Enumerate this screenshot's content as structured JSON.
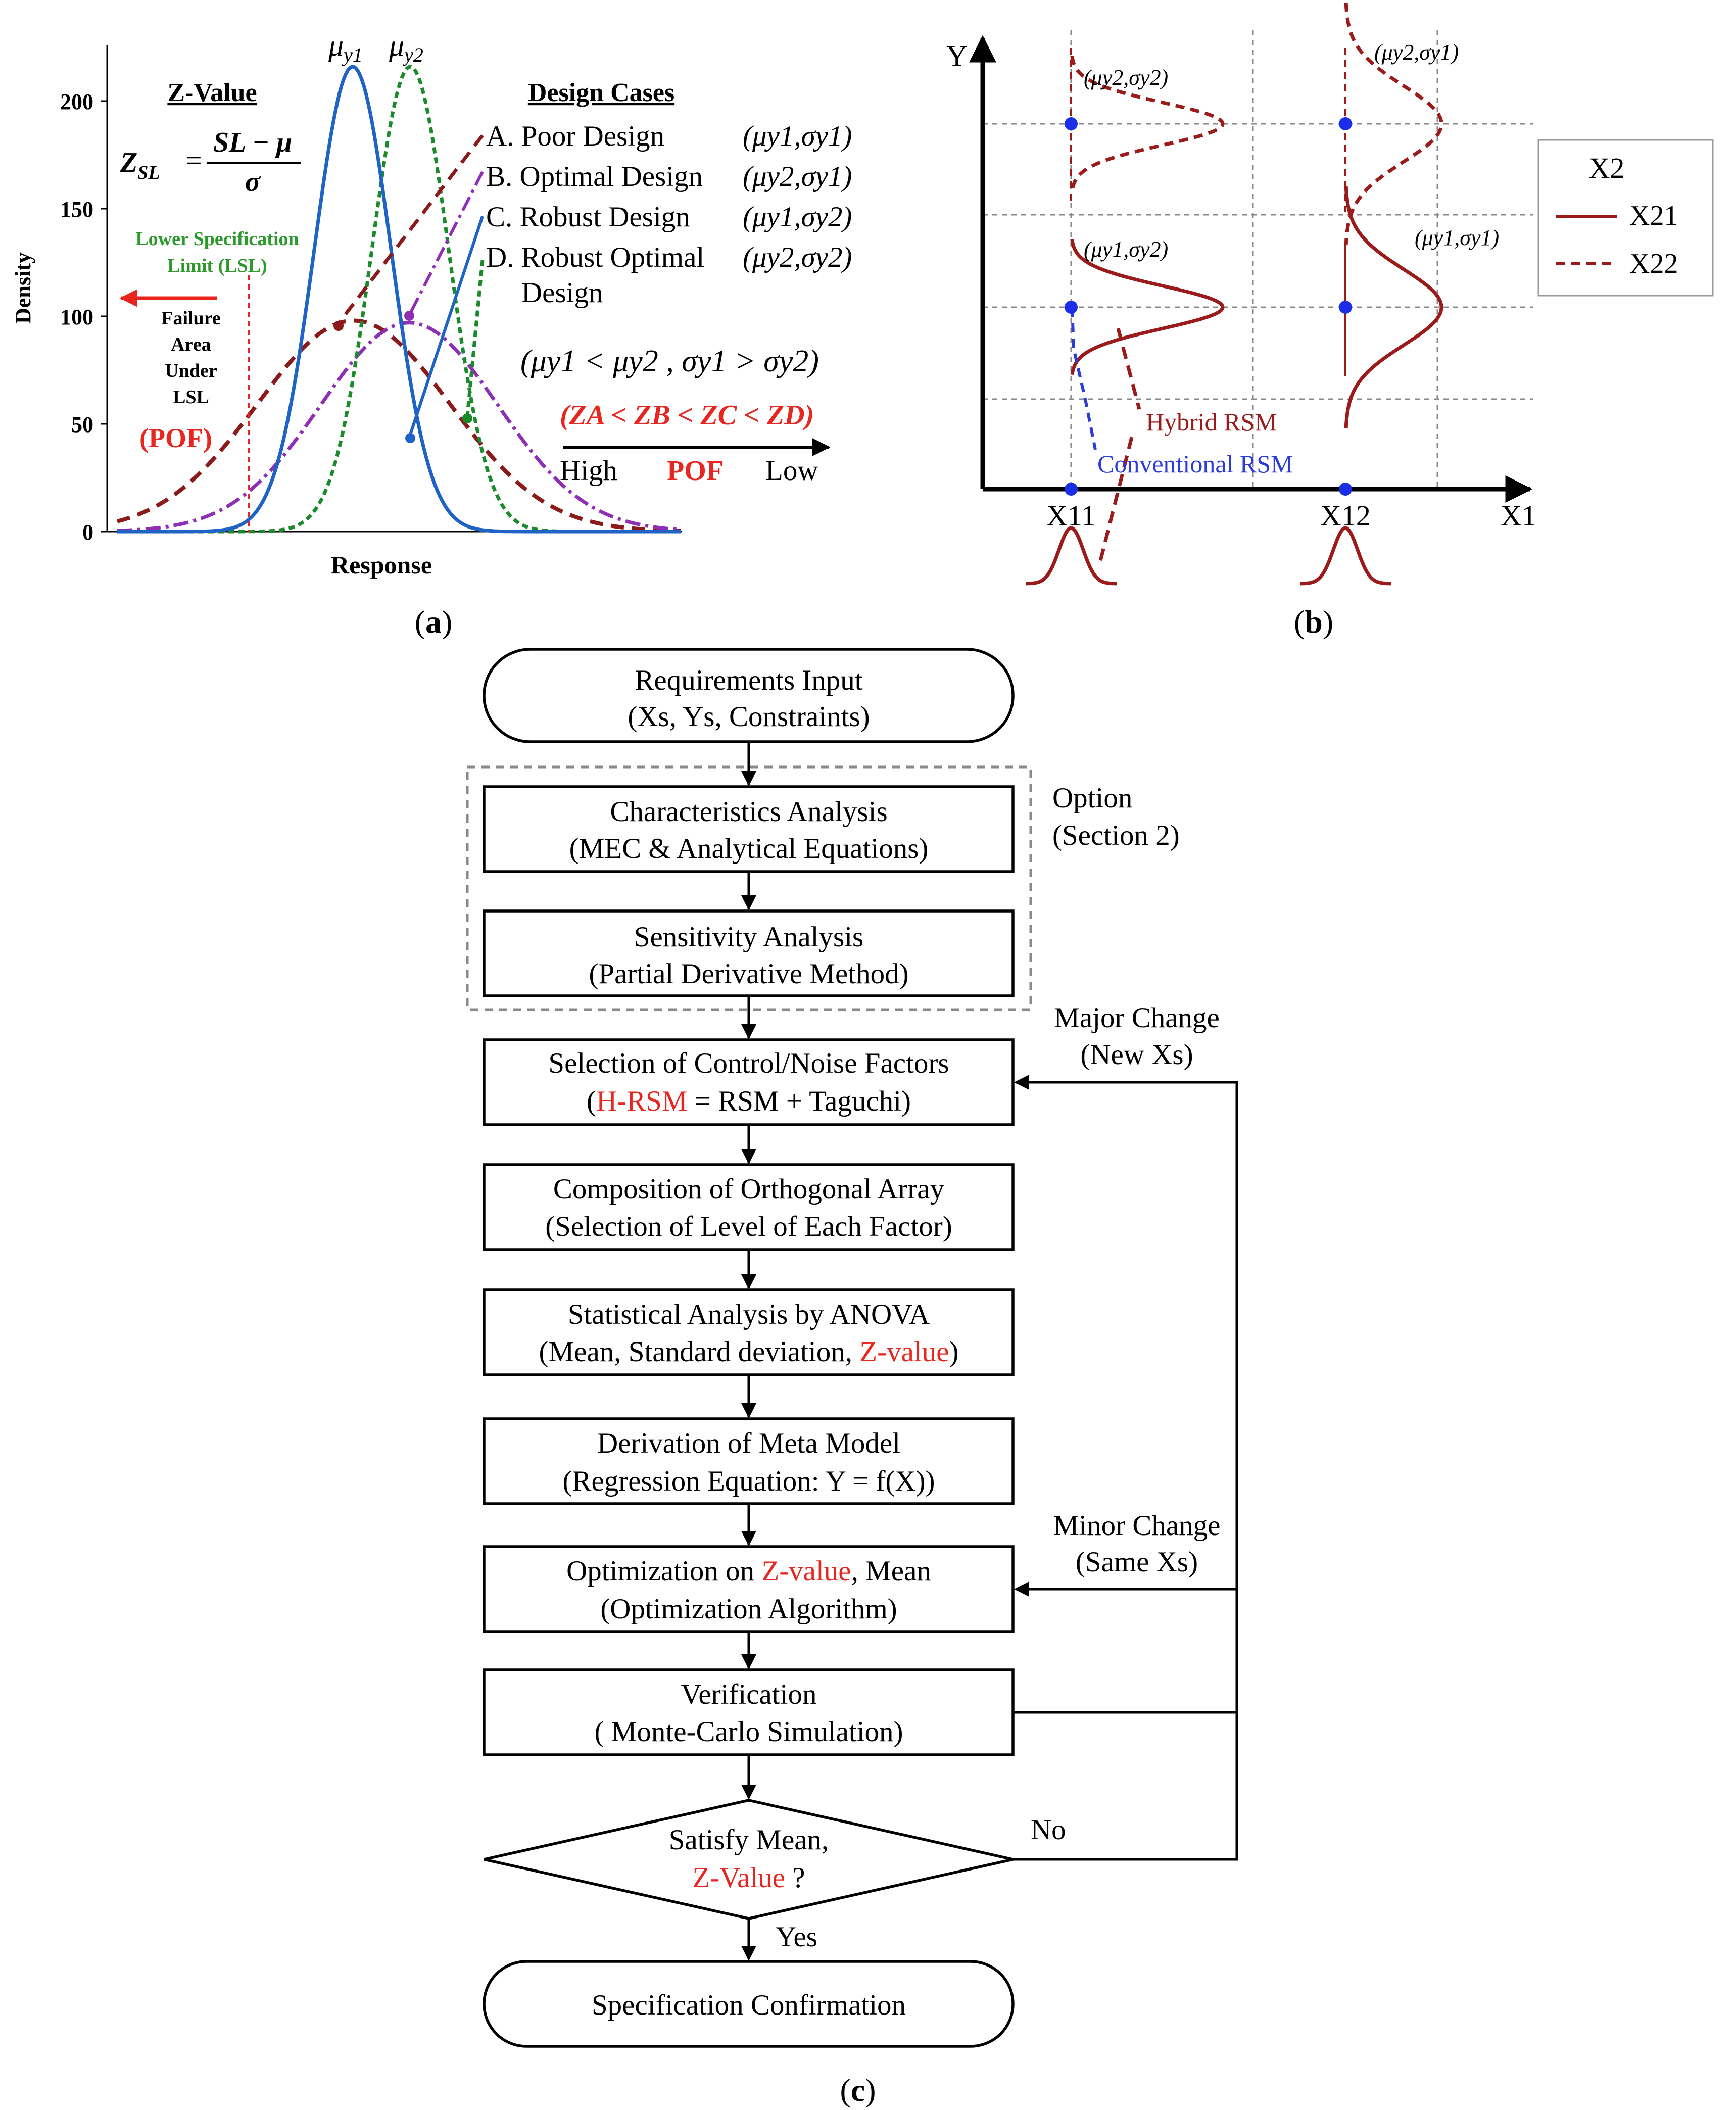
{
  "panel_a": {
    "label": "(a)",
    "y_axis_label": "Density",
    "x_axis_label": "Response",
    "y_ticks": [
      "0",
      "50",
      "100",
      "150",
      "200"
    ],
    "mu_labels": {
      "mu1": "μ",
      "mu1_sub": "y1",
      "mu2": "μ",
      "mu2_sub": "y2"
    },
    "zvalue_title": "Z-Value",
    "zvalue_formula": {
      "lhs": "Z",
      "lhs_sub": "SL",
      "num": "SL − μ",
      "den": "σ"
    },
    "lsl_text": [
      "Lower Specification",
      "Limit (LSL)"
    ],
    "failure_text": [
      "Failure",
      "Area",
      "Under",
      "LSL"
    ],
    "pof_left": "(POF)",
    "design_cases_title": "Design Cases",
    "cases": [
      {
        "label": "A. Poor Design",
        "param": "(μy1,σy1)"
      },
      {
        "label": "B. Optimal Design",
        "param": "(μy2,σy1)"
      },
      {
        "label": "C. Robust Design",
        "param": "(μy1,σy2)"
      },
      {
        "label": "D. Robust Optimal",
        "label2": "Design",
        "param": "(μy2,σy2)"
      }
    ],
    "inequality": "(μy1 < μy2 , σy1 > σy2)",
    "z_order": "(ZA < ZB < ZC < ZD)",
    "pof_scale": {
      "high": "High",
      "mid": "POF",
      "low": "Low"
    },
    "colors": {
      "A": "#8b1a1a",
      "B": "#1b8a2a",
      "C": "#1f63c6",
      "D": "#8e2fb5",
      "red": "#e8261f",
      "green": "#2b9a2b"
    }
  },
  "panel_b": {
    "label": "(b)",
    "y_axis_label": "Y",
    "x_axis_label": "X1",
    "x_ticks": [
      "X11",
      "X12"
    ],
    "annotations": [
      "(μy2,σy2)",
      "(μy2,σy1)",
      "(μy1,σy2)",
      "(μy1,σy1)"
    ],
    "hybrid_label": "Hybrid RSM",
    "conventional_label": "Conventional RSM",
    "legend": {
      "title": "X2",
      "items": [
        "X21",
        "X22"
      ]
    },
    "colors": {
      "curve": "#9b1a1a",
      "conv": "#2b3bd9",
      "dot": "#1a2ee8"
    }
  },
  "panel_c": {
    "label": "(c)",
    "start": [
      "Requirements Input",
      "(Xs, Ys, Constraints)"
    ],
    "option": [
      "Option",
      "(Section 2)"
    ],
    "steps": [
      {
        "line1": "Characteristics Analysis",
        "line2": "(MEC & Analytical Equations)"
      },
      {
        "line1": "Sensitivity Analysis",
        "line2": "(Partial Derivative Method)"
      },
      {
        "line1": "Selection of Control/Noise Factors",
        "line2a": "(",
        "line2red": "H-RSM",
        "line2b": " = RSM + Taguchi)"
      },
      {
        "line1": "Composition of Orthogonal Array",
        "line2": "(Selection of Level of Each Factor)"
      },
      {
        "line1": "Statistical Analysis by ANOVA",
        "line2a": "(Mean, Standard deviation, ",
        "line2red": "Z-value",
        "line2b": ")"
      },
      {
        "line1": "Derivation of Meta Model",
        "line2": "(Regression Equation: Y = f(X))"
      },
      {
        "line1a": "Optimization  on ",
        "line1red": "Z-value",
        "line1b": ", Mean",
        "line2": "(Optimization Algorithm)"
      },
      {
        "line1": "Verification",
        "line2": "( Monte-Carlo Simulation)"
      }
    ],
    "major_change": [
      "Major Change",
      "(New Xs)"
    ],
    "minor_change": [
      "Minor Change",
      "(Same Xs)"
    ],
    "decision": {
      "line1": "Satisfy Mean,",
      "line2red": "Z-Value",
      "line2b": " ?"
    },
    "no_label": "No",
    "yes_label": "Yes",
    "end": "Specification Confirmation",
    "accent": "#e8261f"
  }
}
